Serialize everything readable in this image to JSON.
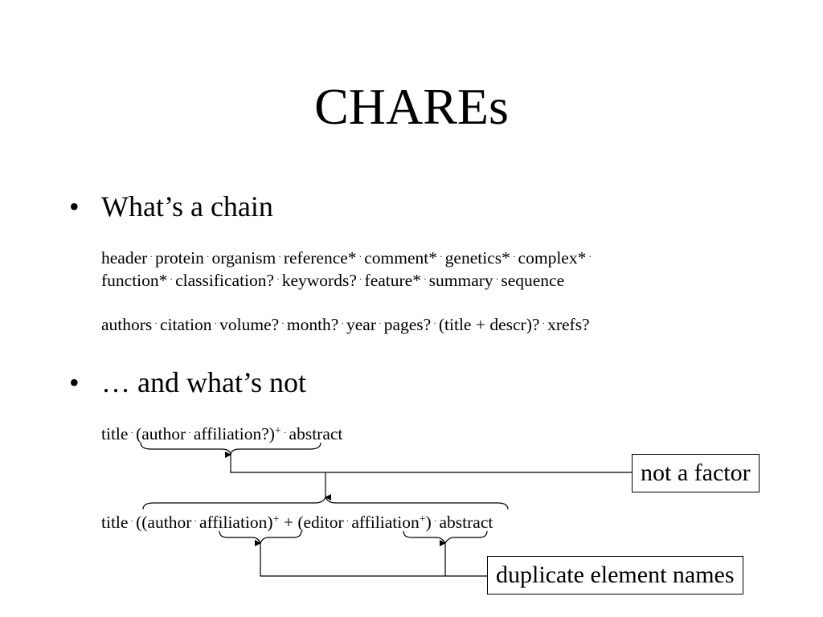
{
  "slide": {
    "title": "CHAREs",
    "bullets": [
      {
        "marker": "•",
        "text": "What’s a chain"
      },
      {
        "marker": "•",
        "text": "… and what’s not"
      }
    ],
    "separator": "·",
    "chain_example_1": {
      "line1": [
        "header",
        "protein",
        "organism",
        "reference*",
        "comment*",
        "genetics*",
        "complex*"
      ],
      "line2": [
        "function*",
        "classification?",
        "keywords?",
        "feature*",
        "summary",
        "sequence"
      ]
    },
    "chain_example_2": [
      "authors",
      "citation",
      "volume?",
      "month?",
      "year",
      "pages?",
      "(title + descr)?",
      "xrefs?"
    ],
    "not_chain_1": {
      "title": "title",
      "group_open": "(author",
      "affiliation": "affiliation?)",
      "plus": "+",
      "abstract": "abstract"
    },
    "not_chain_2": {
      "title": "title",
      "group_open": "((author",
      "affiliation_1": "affiliation)",
      "plus_1": "+",
      "middle": " + (editor",
      "affiliation_2": "affiliation",
      "plus_2": "+",
      "group_close": ")",
      "abstract": "abstract"
    },
    "callouts": {
      "not_a_factor": "not a factor",
      "duplicate_names": "duplicate element names"
    }
  }
}
